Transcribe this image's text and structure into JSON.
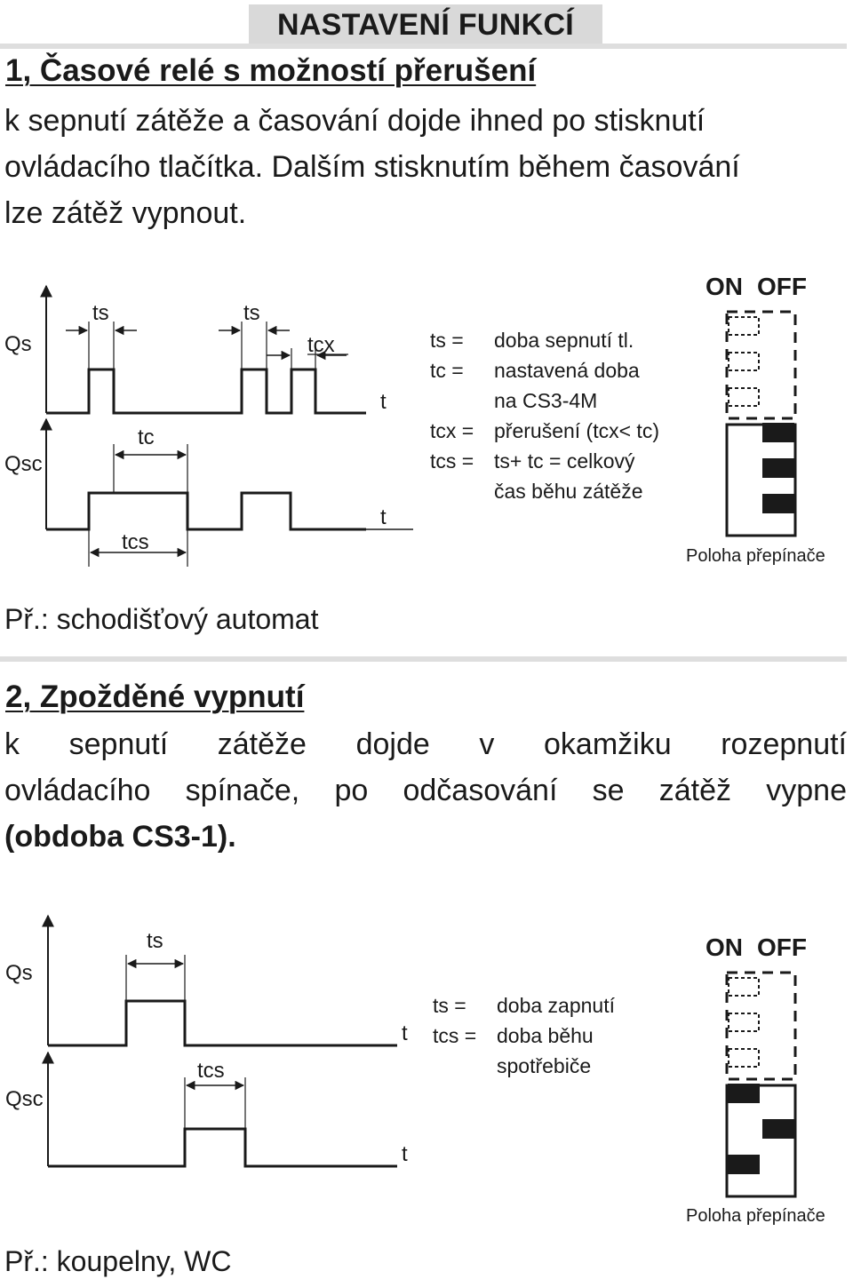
{
  "header": {
    "title": "NASTAVENÍ FUNKCÍ"
  },
  "section1": {
    "title": "1, Časové relé s možností přerušení",
    "text_lines": [
      "k sepnutí zátěže  a časování dojde ihned po stisknutí",
      "ovládacího tlačítka. Dalším stisknutím během časování",
      "lze zátěž vypnout."
    ],
    "diagram": {
      "axis_labels": {
        "qs": "Qs",
        "qsc": "Qsc",
        "t_top": "t",
        "t_bottom": "t"
      },
      "dim_labels": {
        "ts1": "ts",
        "ts2": "ts",
        "tcx": "tcx",
        "tc": "tc",
        "tcs": "tcs"
      }
    },
    "legend": [
      {
        "term": "ts =",
        "desc": "doba sepnutí  tl."
      },
      {
        "term": "tc =",
        "desc": "nastavená doba"
      },
      {
        "term": "",
        "desc": "na CS3-4M"
      },
      {
        "term": "tcx =",
        "desc": "přerušení (tcx< tc)"
      },
      {
        "term": "tcs =",
        "desc": "ts+ tc = celkový"
      },
      {
        "term": "",
        "desc": "čas běhu zátěže"
      }
    ],
    "switch": {
      "on_label": "ON",
      "off_label": "OFF",
      "caption": "Poloha přepínače",
      "positions": [
        "on",
        "on",
        "on",
        "off",
        "off",
        "off"
      ]
    },
    "example": "Př.: schodišťový automat"
  },
  "section2": {
    "title": "2, Zpožděné vypnutí",
    "text_lines": [
      "k sepnutí zátěže dojde v okamžiku rozepnutí",
      "ovládacího spínače, po odčasování se zátěž vypne",
      "(obdoba CS3-1)."
    ],
    "diagram": {
      "axis_labels": {
        "qs": "Qs",
        "qsc": "Qsc",
        "t_top": "t",
        "t_bottom": "t"
      },
      "dim_labels": {
        "ts": "ts",
        "tcs": "tcs"
      }
    },
    "legend": [
      {
        "term": "ts =",
        "desc": "doba zapnutí"
      },
      {
        "term": "tcs =",
        "desc": "doba běhu"
      },
      {
        "term": "",
        "desc": "spotřebiče"
      }
    ],
    "switch": {
      "on_label": "ON",
      "off_label": "OFF",
      "caption": "Poloha přepínače",
      "positions": [
        "on",
        "on",
        "on",
        "on",
        "off",
        "on"
      ]
    },
    "example": "Př.: koupelny, WC"
  }
}
